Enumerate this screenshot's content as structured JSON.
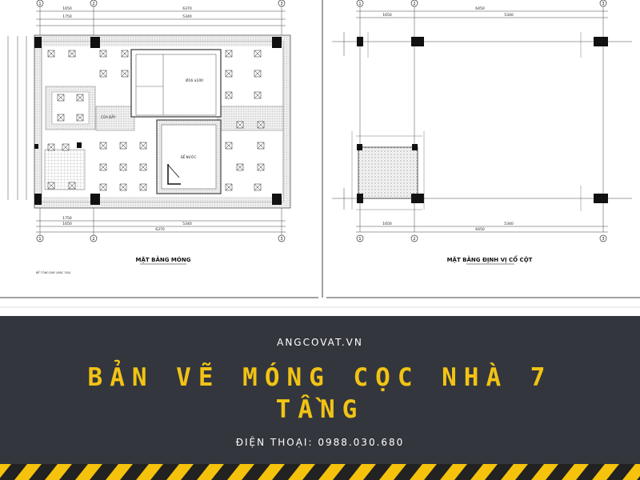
{
  "drawing_left": {
    "caption": "MẶT BẰNG MÓNG",
    "grid_labels": [
      "1",
      "2",
      "3"
    ],
    "dims_top": [
      "1650",
      "1750",
      "5340",
      "6370"
    ],
    "dims_bottom": [
      "1650",
      "1750",
      "5340",
      "6370"
    ],
    "room_labels": [
      "Ø16 a100",
      "CỬA ĐẨY",
      "BỂ NƯỚC"
    ],
    "note": "BỂ TÔNG ĐÁY (MÁC 300)"
  },
  "drawing_right": {
    "caption": "MẶT BẰNG ĐỊNH VỊ CỔ CỘT",
    "grid_labels": [
      "1",
      "2",
      "3"
    ],
    "dims_top": [
      "1650",
      "5340",
      "6450"
    ],
    "dims_bottom": [
      "1650",
      "5340",
      "6450"
    ]
  },
  "banner": {
    "site": "ANGCOVAT.VN",
    "title_line1": "BẢN VẼ MÓNG CỌC NHÀ 7",
    "title_line2": "TẦNG",
    "phone": "ĐIỆN THOẠI: 0988.030.680"
  },
  "colors": {
    "banner_bg": "#33363d",
    "title": "#f2c314",
    "stripe_yellow": "#f5c20c",
    "stripe_dark": "#222222"
  }
}
